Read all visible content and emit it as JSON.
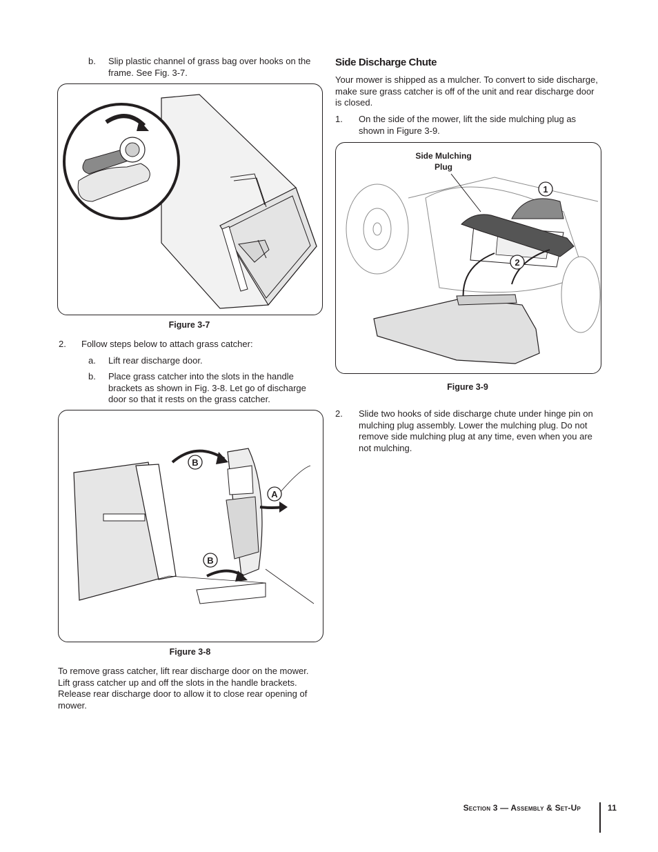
{
  "left_column": {
    "step_1b": {
      "marker": "b.",
      "text": "Slip plastic channel of grass bag over hooks on the frame. See Fig. 3-7."
    },
    "figure_3_7": {
      "caption": "Figure 3-7"
    },
    "step_2": {
      "marker": "2.",
      "text": "Follow steps below to attach grass catcher:"
    },
    "step_2a": {
      "marker": "a.",
      "text": "Lift rear discharge door."
    },
    "step_2b": {
      "marker": "b.",
      "text": "Place grass catcher into the slots in the handle brackets as shown in Fig. 3-8. Let go of discharge door so that it rests on the grass catcher."
    },
    "figure_3_8": {
      "caption": "Figure 3-8",
      "callouts": {
        "b_top": "B",
        "a": "A",
        "b_bottom": "B"
      }
    },
    "remove_paragraph": "To remove grass catcher, lift rear discharge door on the mower. Lift grass catcher up and off the slots in the handle brackets. Release rear discharge door to allow it to close rear opening of mower."
  },
  "right_column": {
    "heading": "Side Discharge Chute",
    "intro": "Your mower is shipped as a mulcher. To convert to side discharge, make sure grass catcher is off of the unit and rear discharge door is closed.",
    "step_1": {
      "marker": "1.",
      "text": "On the side of the mower, lift the side mulching plug as shown in Figure 3-9."
    },
    "figure_3_9": {
      "caption": "Figure 3-9",
      "label": "Side Mulching Plug",
      "callouts": {
        "one": "1",
        "two": "2"
      }
    },
    "step_2": {
      "marker": "2.",
      "text": "Slide two hooks of side discharge chute under hinge pin on mulching plug assembly. Lower the mulching plug. Do not remove side mulching plug at any time, even when you are not mulching."
    }
  },
  "footer": {
    "section": "Section 3 — Assembly & Set-Up",
    "page_number": "11"
  }
}
